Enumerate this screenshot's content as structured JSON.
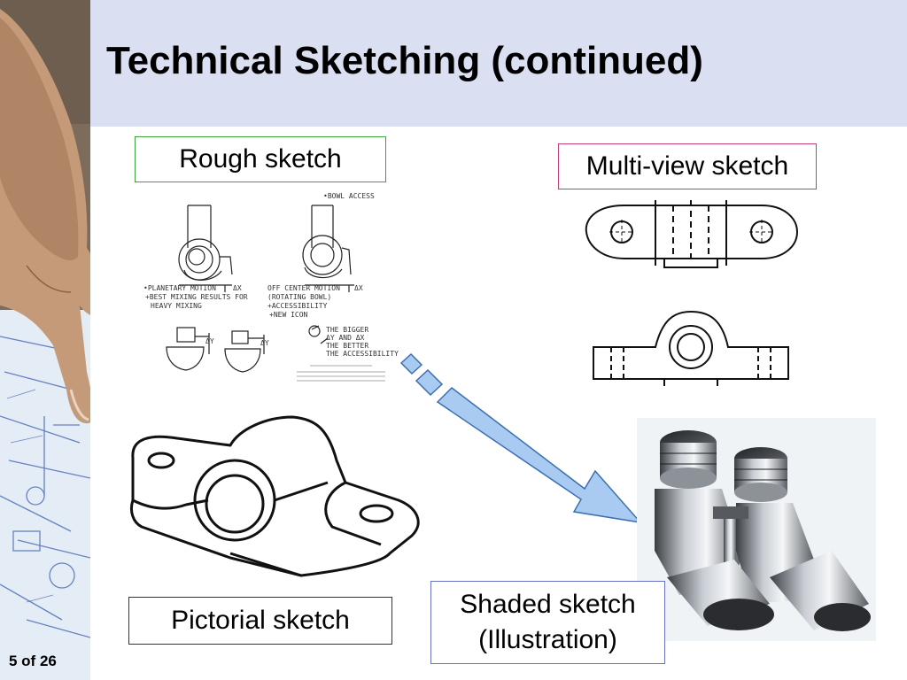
{
  "slide": {
    "title": "Technical Sketching (continued)",
    "page_number": "5 of 26"
  },
  "labels": {
    "rough": "Rough sketch",
    "multi_view": "Multi-view sketch",
    "pictorial": "Pictorial sketch",
    "shaded_line1": "Shaded sketch",
    "shaded_line2": "(Illustration)"
  },
  "rough_sketch_notes": {
    "bowl_access": "•BOWL ACCESS",
    "note_left_1": "•PLANETARY MOTION",
    "note_left_2": "+BEST MIXING RESULTS FOR",
    "note_left_3": "HEAVY MIXING",
    "note_right_1": "OFF CENTER MOTION",
    "note_right_2": "(ROTATING BOWL)",
    "note_right_3": "+ACCESSIBILITY",
    "note_right_4": "+NEW ICON",
    "note_bigger_1": "THE BIGGER",
    "note_bigger_2": "ΔY AND ΔX",
    "note_bigger_3": "THE BETTER",
    "note_bigger_4": "THE ACCESSIBILITY",
    "delta_x": "ΔX",
    "delta_y": "ΔY"
  },
  "colors": {
    "title_band": "#dadff2",
    "arrow_fill": "#a9cbf2",
    "arrow_stroke": "#3b6fb0"
  }
}
